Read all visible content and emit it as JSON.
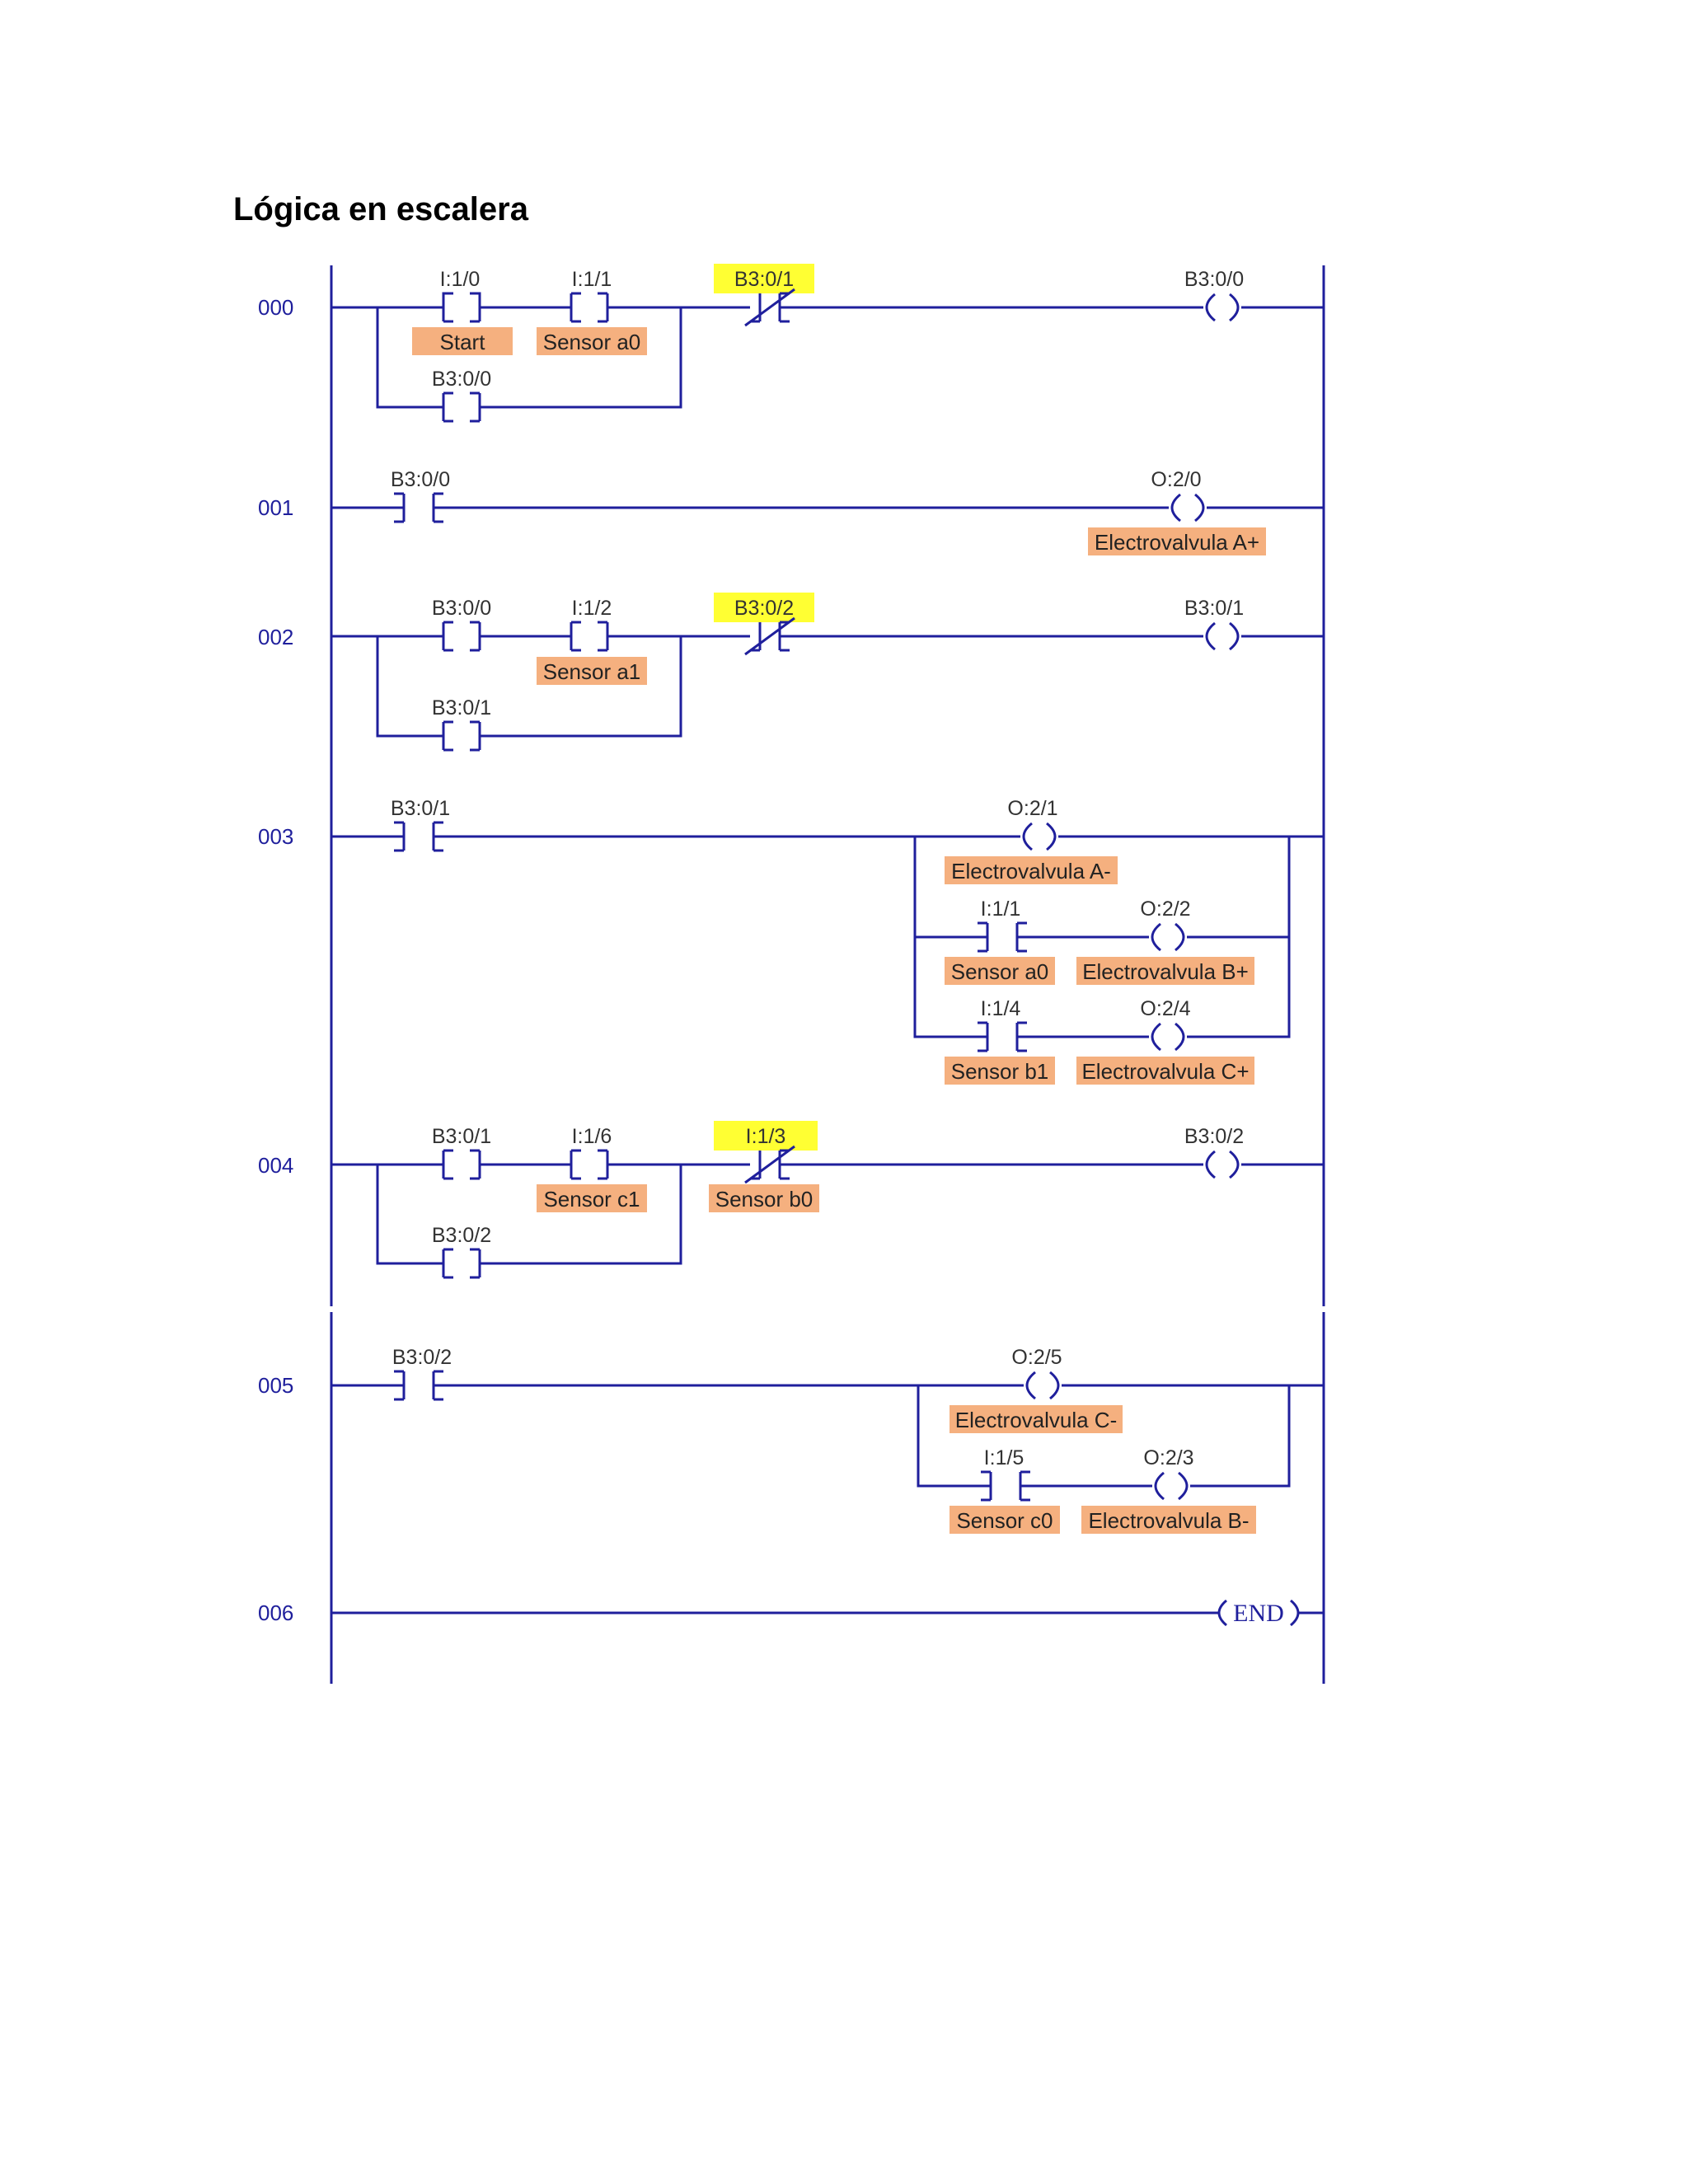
{
  "title": "Lógica en escalera",
  "colors": {
    "wire": "#1f1f9c",
    "description_bg": "#f5b07f",
    "highlight_bg": "#ffff33",
    "text": "#333333"
  },
  "rungs": [
    {
      "number": "000",
      "contacts": [
        {
          "address": "I:1/0",
          "type": "NO",
          "description": "Start"
        },
        {
          "address": "I:1/1",
          "type": "NO",
          "description": "Sensor a0"
        },
        {
          "address": "B3:0/0",
          "type": "NO",
          "branch": true
        },
        {
          "address": "B3:0/1",
          "type": "NC",
          "highlighted": true
        }
      ],
      "outputs": [
        {
          "address": "B3:0/0"
        }
      ]
    },
    {
      "number": "001",
      "contacts": [
        {
          "address": "B3:0/0",
          "type": "NO"
        }
      ],
      "outputs": [
        {
          "address": "O:2/0",
          "description": "Electrovalvula A+"
        }
      ]
    },
    {
      "number": "002",
      "contacts": [
        {
          "address": "B3:0/0",
          "type": "NO"
        },
        {
          "address": "I:1/2",
          "type": "NO",
          "description": "Sensor a1"
        },
        {
          "address": "B3:0/1",
          "type": "NO",
          "branch": true
        },
        {
          "address": "B3:0/2",
          "type": "NC",
          "highlighted": true
        }
      ],
      "outputs": [
        {
          "address": "B3:0/1"
        }
      ]
    },
    {
      "number": "003",
      "contacts": [
        {
          "address": "B3:0/1",
          "type": "NO"
        },
        {
          "address": "I:1/1",
          "type": "NO",
          "description": "Sensor a0"
        },
        {
          "address": "I:1/4",
          "type": "NO",
          "description": "Sensor b1"
        }
      ],
      "outputs": [
        {
          "address": "O:2/1",
          "description": "Electrovalvula A-"
        },
        {
          "address": "O:2/2",
          "description": "Electrovalvula B+"
        },
        {
          "address": "O:2/4",
          "description": "Electrovalvula C+"
        }
      ]
    },
    {
      "number": "004",
      "contacts": [
        {
          "address": "B3:0/1",
          "type": "NO"
        },
        {
          "address": "I:1/6",
          "type": "NO",
          "description": "Sensor c1"
        },
        {
          "address": "B3:0/2",
          "type": "NO",
          "branch": true
        },
        {
          "address": "I:1/3",
          "type": "NC",
          "description": "Sensor b0",
          "highlighted": true
        }
      ],
      "outputs": [
        {
          "address": "B3:0/2"
        }
      ]
    },
    {
      "number": "005",
      "contacts": [
        {
          "address": "B3:0/2",
          "type": "NO"
        },
        {
          "address": "I:1/5",
          "type": "NO",
          "description": "Sensor c0"
        }
      ],
      "outputs": [
        {
          "address": "O:2/5",
          "description": "Electrovalvula C-"
        },
        {
          "address": "O:2/3",
          "description": "Electrovalvula B-"
        }
      ]
    },
    {
      "number": "006",
      "contacts": [],
      "outputs": [
        {
          "address": "END",
          "type": "end"
        }
      ]
    }
  ]
}
